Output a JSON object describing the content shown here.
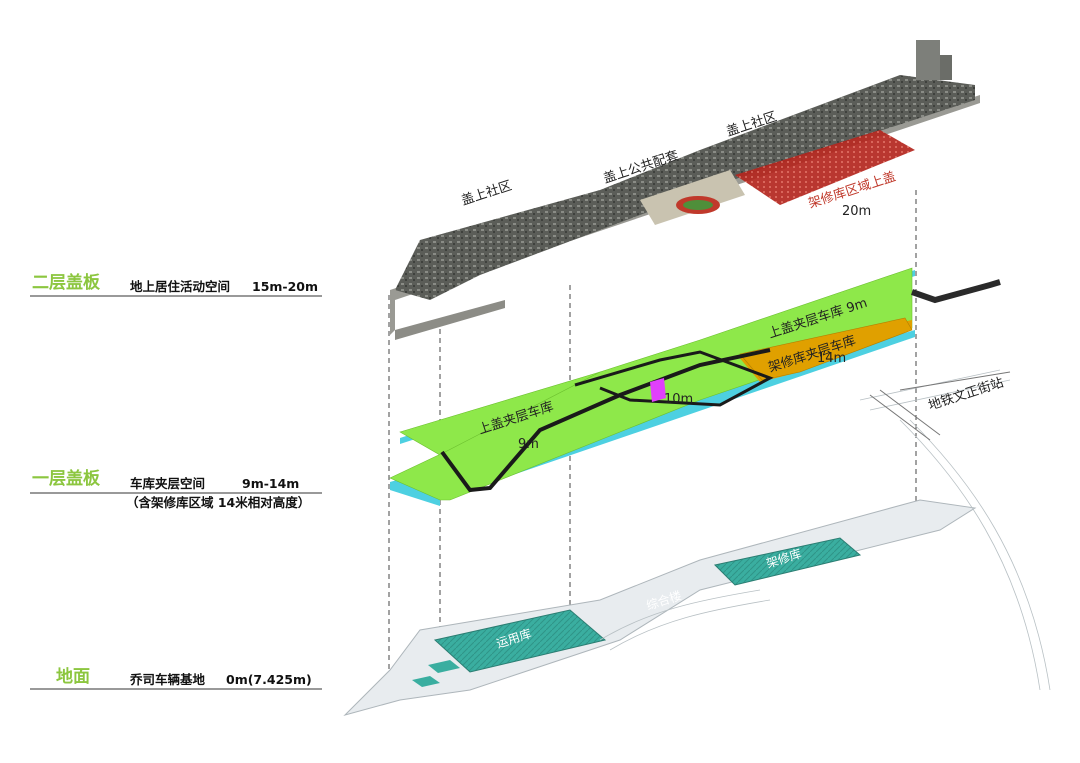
{
  "levels": {
    "second": {
      "title": "二层盖板",
      "desc": "地上居住活动空间",
      "height": "15m-20m"
    },
    "first": {
      "title": "一层盖板",
      "desc": "车库夹层空间",
      "height": "9m-14m",
      "note": "（含架修库区域 14米相对高度）"
    },
    "ground": {
      "title": "地面",
      "desc": "乔司车辆基地",
      "height": "0m(7.425m)"
    }
  },
  "top_layer": {
    "community_left": "盖上社区",
    "public_facilities": "盖上公共配套",
    "community_right": "盖上社区",
    "repair_cover_label": "架修库区域上盖",
    "repair_cover_height": "20m"
  },
  "middle_layer": {
    "garage_upper_right": "上盖夹层车库 9m",
    "repair_garage": "架修库夹层车库",
    "repair_garage_height": "14m",
    "ramp_height": "10m",
    "garage_left": "上盖夹层车库",
    "garage_left_height": "9m"
  },
  "ground_layer": {
    "station": "地铁文正街站",
    "repair_depot": "架修库",
    "operation_depot": "运用库",
    "center_label": "综合楼"
  },
  "colors": {
    "title_green": "#8cc63f",
    "slab_green": "#8ee84a",
    "slab_orange": "#e0a000",
    "cover_red": "#c62828",
    "ground_teal": "#3aaea0"
  }
}
